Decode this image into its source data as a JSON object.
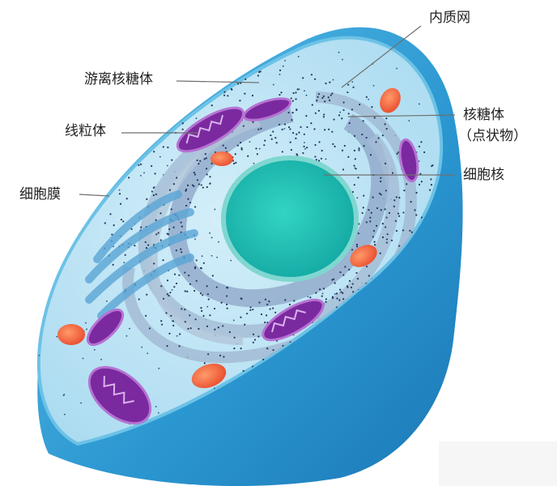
{
  "diagram": {
    "labels": {
      "er": "内质网",
      "free_ribosome": "游离核糖体",
      "mitochondrion": "线粒体",
      "membrane": "细胞膜",
      "ribosome": "核糖体",
      "ribosome_note": "（点状物）",
      "nucleus": "细胞核"
    },
    "colors": {
      "cytoplasm": "#bfe3f3",
      "membrane_outer": "#3aa6d6",
      "shell_dark": "#1f86c2",
      "nucleus": "#1fc3b6",
      "er": "#8ea9c8",
      "golgi": "#5fa9d8",
      "mitochondrion": "#7a2a9e",
      "lysosome": "#f4643a"
    }
  }
}
